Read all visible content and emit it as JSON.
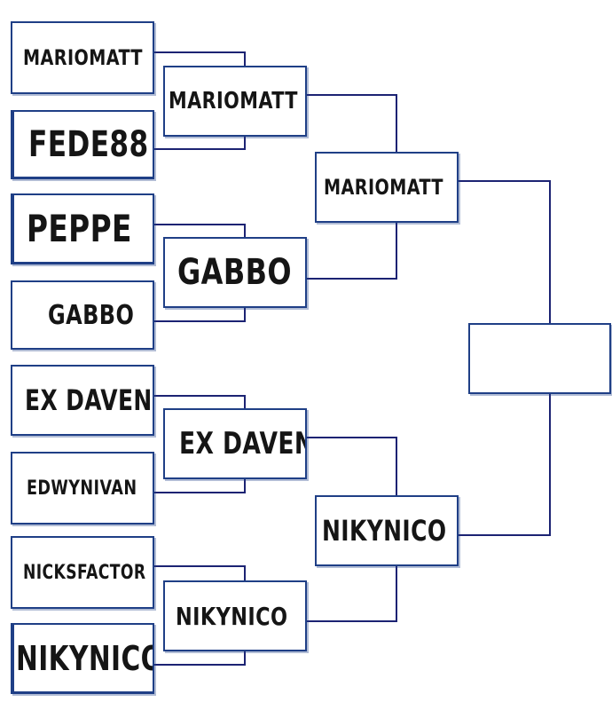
{
  "round1": [
    "MARIOMATT",
    "FEDE88",
    "PEPPE",
    "GABBO",
    "EX DAVEN",
    "EDWYNIVAN",
    "NICKSFACTOR",
    "NIKYNICO"
  ],
  "round2": [
    "MARIOMATT",
    "GABBO",
    "EX DAVEN",
    "NIKYNICO"
  ],
  "semifinal": [
    "MARIOMATT",
    "NIKYNICO"
  ],
  "final": "",
  "colors": {
    "line": "#1c2373",
    "box_border": "#1f3f86",
    "text": "#151515"
  }
}
